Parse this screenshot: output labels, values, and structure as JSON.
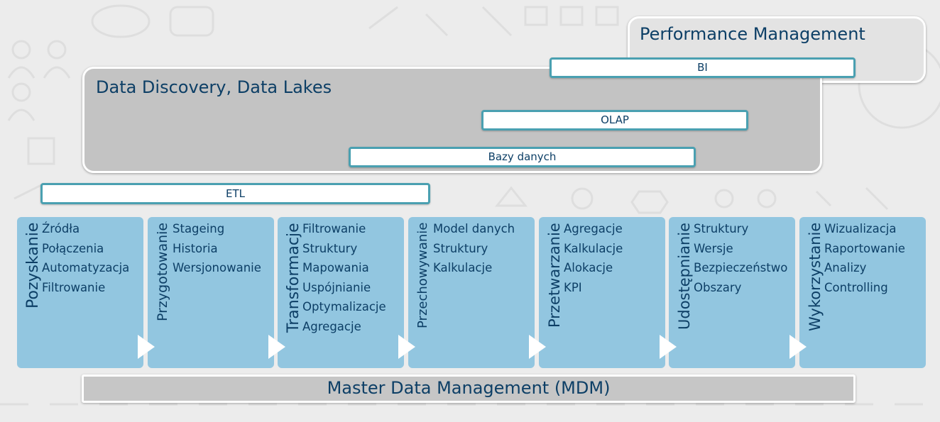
{
  "panels": {
    "performance_management": "Performance Management",
    "data_discovery": "Data Discovery, Data Lakes"
  },
  "bars": {
    "bi": "BI",
    "olap": "OLAP",
    "bazy_danych": "Bazy danych",
    "etl": "ETL"
  },
  "stages": [
    {
      "title": "Pozyskanie",
      "items": [
        "Źródła",
        "Połączenia",
        "Automatyzacja",
        "Filtrowanie"
      ]
    },
    {
      "title": "Przygotowanie",
      "items": [
        "Stageing",
        "Historia",
        "Wersjonowanie"
      ]
    },
    {
      "title": "Transformacje",
      "items": [
        "Filtrowanie",
        "Struktury",
        "Mapowania",
        "Uspójnianie",
        "Optymalizacje",
        "Agregacje"
      ]
    },
    {
      "title": "Przechowywanie",
      "items": [
        "Model danych",
        "Struktury",
        "Kalkulacje"
      ]
    },
    {
      "title": "Przetwarzanie",
      "items": [
        "Agregacje",
        "Kalkulacje",
        "Alokacje",
        "KPI"
      ]
    },
    {
      "title": "Udostępnianie",
      "items": [
        "Struktury",
        "Wersje",
        "Bezpieczeństwo",
        "Obszary"
      ]
    },
    {
      "title": "Wykorzystanie",
      "items": [
        "Wizualizacja",
        "Raportowanie",
        "Analizy",
        "Controlling"
      ]
    }
  ],
  "mdm": "Master Data Management (MDM)",
  "colors": {
    "text": "#0d3f66",
    "stage_fill": "#92c6e0",
    "bar_border": "#4aa0b1",
    "panel_dark": "#c3c3c3",
    "panel_light": "#e3e3e3",
    "background": "#ececec"
  }
}
